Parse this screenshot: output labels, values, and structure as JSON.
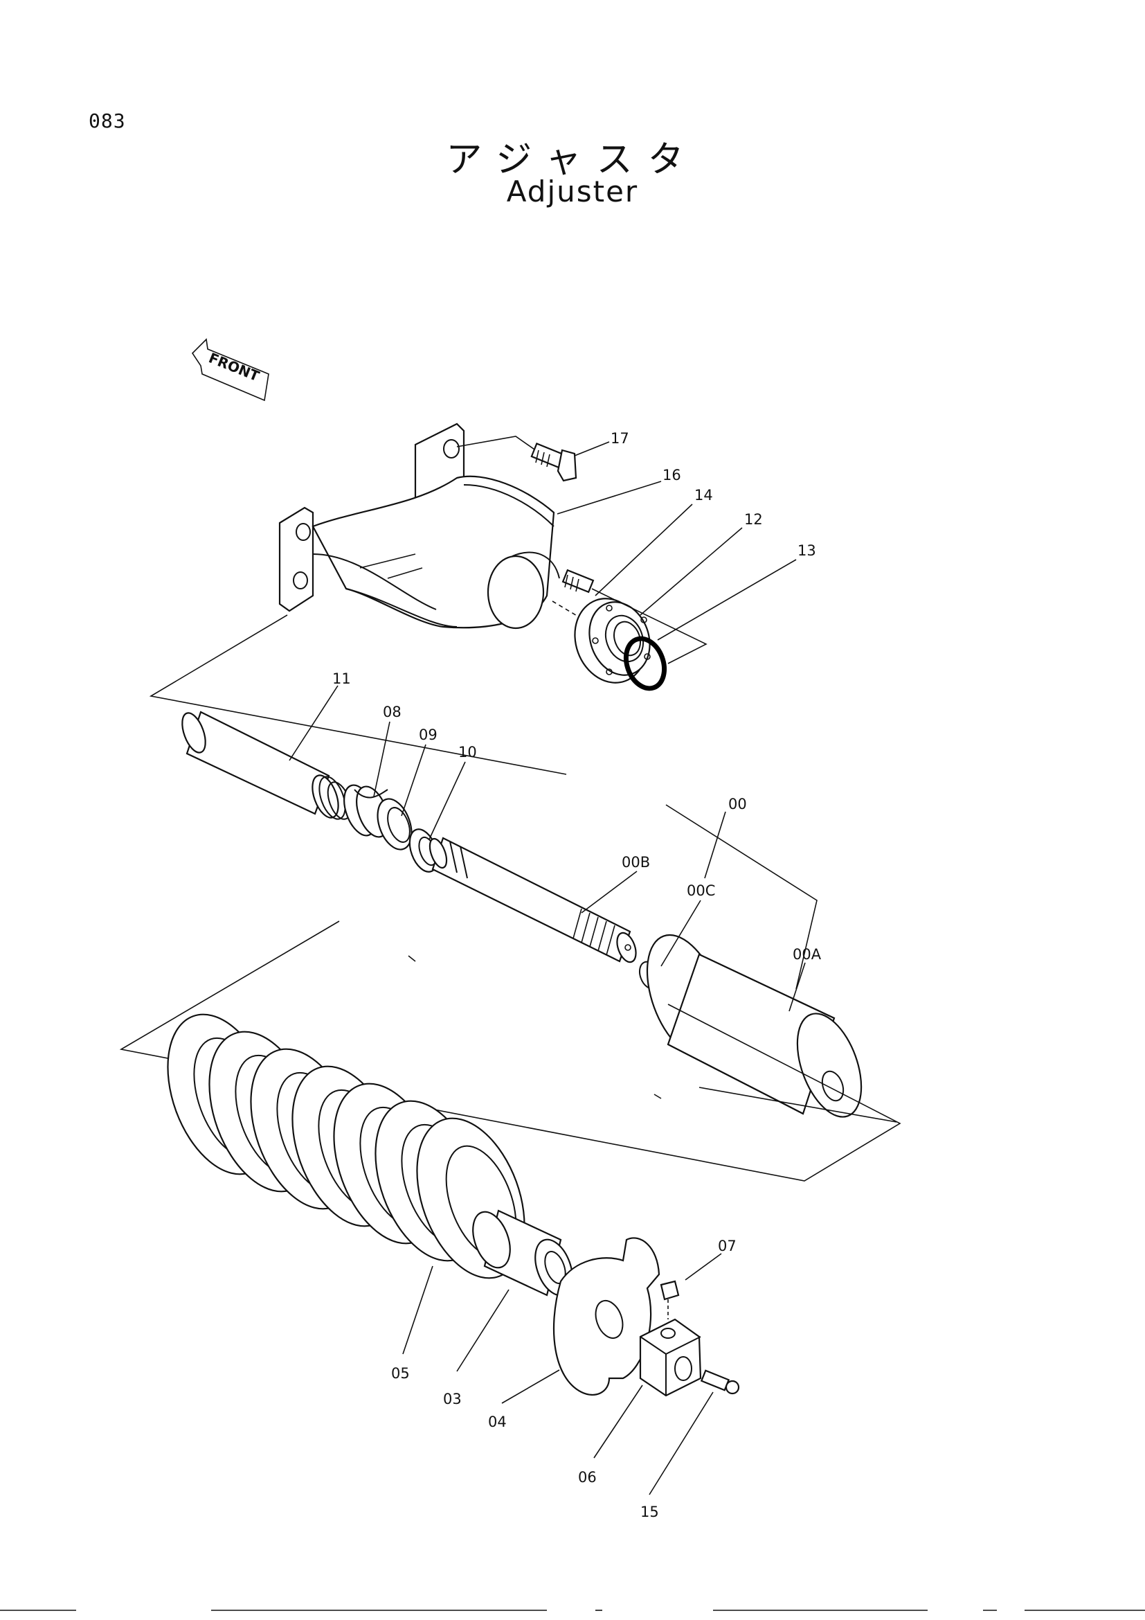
{
  "page_number": "083",
  "title_jp": "アジャスタ",
  "title_en": "Adjuster",
  "front_label": "FRONT",
  "parts": [
    {
      "id": "17",
      "label": "17"
    },
    {
      "id": "16",
      "label": "16"
    },
    {
      "id": "14",
      "label": "14"
    },
    {
      "id": "12",
      "label": "12"
    },
    {
      "id": "13",
      "label": "13"
    },
    {
      "id": "11",
      "label": "11"
    },
    {
      "id": "08",
      "label": "08"
    },
    {
      "id": "09",
      "label": "09"
    },
    {
      "id": "10",
      "label": "10"
    },
    {
      "id": "00",
      "label": "00"
    },
    {
      "id": "00B",
      "label": "00B"
    },
    {
      "id": "00C",
      "label": "00C"
    },
    {
      "id": "00A",
      "label": "00A"
    },
    {
      "id": "07",
      "label": "07"
    },
    {
      "id": "05",
      "label": "05"
    },
    {
      "id": "03",
      "label": "03"
    },
    {
      "id": "04",
      "label": "04"
    },
    {
      "id": "06",
      "label": "06"
    },
    {
      "id": "15",
      "label": "15"
    }
  ]
}
